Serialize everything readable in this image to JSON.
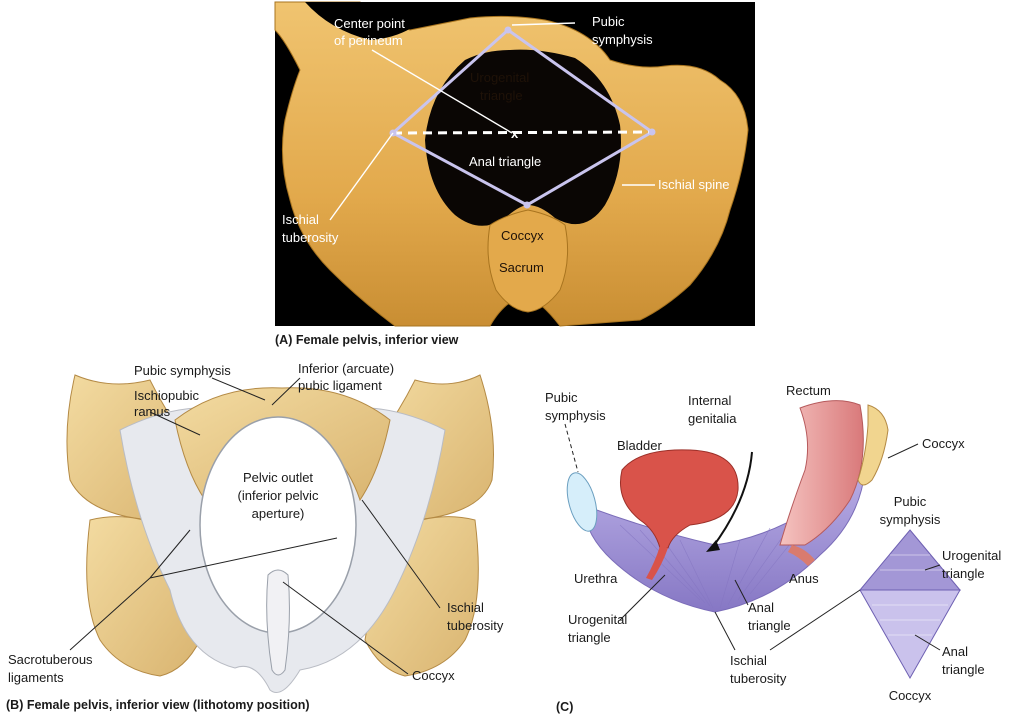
{
  "panelA": {
    "caption": "(A) Female pelvis, inferior view",
    "labels": {
      "center_point_1": "Center point",
      "center_point_2": "of perineum",
      "pubic_symphysis_1": "Pubic",
      "pubic_symphysis_2": "symphysis",
      "urogenital_1": "Urogenital",
      "urogenital_2": "triangle",
      "anal_triangle": "Anal triangle",
      "ischial_spine": "Ischial spine",
      "ischial_tuberosity_1": "Ischial",
      "ischial_tuberosity_2": "tuberosity",
      "coccyx": "Coccyx",
      "sacrum": "Sacrum"
    }
  },
  "panelB": {
    "caption": "(B) Female pelvis, inferior view (lithotomy position)",
    "labels": {
      "pubic_symphysis": "Pubic symphysis",
      "inferior_ligament_1": "Inferior (arcuate)",
      "inferior_ligament_2": "pubic ligament",
      "ischiopubic_1": "Ischiopubic",
      "ischiopubic_2": "ramus",
      "pelvic_outlet_1": "Pelvic outlet",
      "pelvic_outlet_2": "(inferior pelvic",
      "pelvic_outlet_3": "aperture)",
      "ischial_tuberosity_1": "Ischial",
      "ischial_tuberosity_2": "tuberosity",
      "sacrotuberous_1": "Sacrotuberous",
      "sacrotuberous_2": "ligaments",
      "coccyx": "Coccyx"
    }
  },
  "panelC": {
    "caption": "(C)",
    "labels": {
      "pubic_symphysis_1": "Pubic",
      "pubic_symphysis_2": "symphysis",
      "internal_genitalia_1": "Internal",
      "internal_genitalia_2": "genitalia",
      "rectum": "Rectum",
      "bladder": "Bladder",
      "coccyx": "Coccyx",
      "urethra": "Urethra",
      "anus": "Anus",
      "urogenital_1": "Urogenital",
      "urogenital_2": "triangle",
      "anal_1": "Anal",
      "anal_2": "triangle",
      "ischial_tuberosity_1": "Ischial",
      "ischial_tuberosity_2": "tuberosity",
      "diamond_pubic_1": "Pubic",
      "diamond_pubic_2": "symphysis",
      "diamond_urogenital_1": "Urogenital",
      "diamond_urogenital_2": "triangle",
      "diamond_anal_1": "Anal",
      "diamond_anal_2": "triangle",
      "diamond_coccyx": "Coccyx"
    }
  },
  "colors": {
    "bone": "#e8b45a",
    "bone_light": "#f2d79a",
    "ligament": "#e6e8ec",
    "perineum_purple": "#9b8fd0",
    "bladder_red": "#d9534a",
    "rectum_pink": "#e9a0a0",
    "photo_bg": "#000000"
  }
}
